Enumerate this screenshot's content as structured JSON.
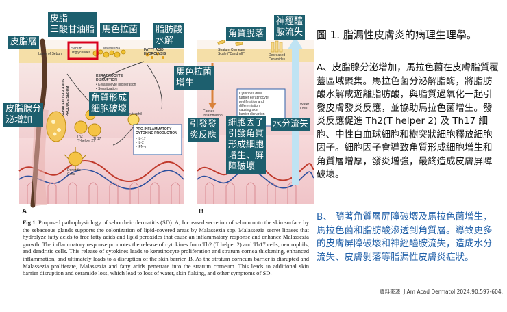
{
  "panel_a": {
    "letter": "A",
    "tags": {
      "sebum_layer": "皮脂層",
      "triglycerides": "皮脂\n三酸甘油脂",
      "malassezia": "馬色拉菌",
      "fatty_acid_hydrolysis": "脂肪酸\n水解",
      "malassezia_growth": "馬色拉菌\n增生",
      "sebum_increase": "皮脂腺分\n泌增加",
      "keratinocyte_disruption": "角質形成\n細胞破壞"
    },
    "small_labels": {
      "layer_of_sebum": "Layer of Sebum",
      "sebum_trig": "Sebum\nTriglycerides",
      "malassezia_en": "Malassezia",
      "fatty_acid_en": "FATTY ACID\nHYDROLYSIS",
      "keratinocyte_en": "KERATINOCYTE\nDISRUPTION",
      "keratinocyte_sub": "• Keratinocyte proliferation\n• Sensitization",
      "th2": "Th2\n(T-helper 2)",
      "th17": "Th17",
      "neutrophil": "Neutrophil",
      "pro_inflam": "PRO-INFLAMMATORY\nCYTOKINE PRODUCTION",
      "pro_inflam_sub": "• IL-17\n• IL-2\n• IFN-γ",
      "dendritic": "Dendritic\nCells",
      "sebaceous": "SEBACEOUS GLANDS\nPRODUCE SEBUM"
    }
  },
  "panel_b": {
    "letter": "B",
    "tags": {
      "flaking": "角質脫落",
      "ceramide_loss": "神經醯\n胺流失",
      "causes_inflammation": "引發發\n炎反應",
      "keratinocyte_damage": "細胞因子\n引發角質\n形成細胞\n增生、屏\n障破壞",
      "water_loss": "水分流失"
    },
    "small_labels": {
      "stratum": "Stratum Corneum\nScale (\"Dandruff\")",
      "decreased": "Decreased\nCeramides",
      "causes_inflam_en": "Causes\nInflammation",
      "cytokines": "Cytokines drive\nfurther keratinocyte\nproliferation and\ndifferentiation,\ncausing skin\nbarrier disruption",
      "water_en": "Water\nLoss"
    }
  },
  "caption": {
    "label": "Fig 1.",
    "text": "Proposed pathophysiology of seborrheic dermatitis (SD). A, Increased secretion of sebum onto the skin surface by the sebaceous glands supports the colonization of lipid-covered areas by Malassezia spp. Malassezia secret lipases that hydrolyze fatty acids to free fatty acids and lipid peroxides that cause an inflammatory response and enhance Malassezia growth. The inflammatory response promotes the release of cytokines from Th2 (T helper 2) and Th17 cells, neutrophils, and dendritic cells. This release of cytokines leads to keratinocyte proliferation and stratum cornea thickening, enhanced inflammation, and ultimately leads to a disruption of the skin barrier. B, As the stratum corneum barrier is disrupted and Malassezia proliferate, Malassezia and fatty acids penetrate into the stratum corneum. This leads to additional skin barrier disruption and ceramide loss, which lead to loss of water, skin flaking, and other symptoms of SD."
  },
  "right_panel": {
    "title": "圖 1. 脂漏性皮膚炎的病理生理學。",
    "para_a": "A、皮脂腺分泌增加，馬拉色菌在皮膚脂質覆蓋區域聚集。馬拉色菌分泌解脂酶，將脂肪酸水解成遊離脂肪酸，與脂質過氧化一起引發皮膚發炎反應，並協助馬拉色菌增生。發炎反應促進 Th2(T helper 2) 及 Th17 細胞、中性白血球細胞和樹突狀細胞釋放細胞因子。細胞因子會導致角質形成細胞增生和角質層增厚，發炎增強，最終造成皮膚屏障破壞。",
    "para_b": "B、 隨著角質層屏障破壞及馬拉色菌增生，馬拉色菌和脂肪酸滲透到角質層。導致更多的皮膚屏障破壞和神經醯胺流失，造成水分流失、皮膚剝落等脂漏性皮膚炎症狀。",
    "source": "資料來源: J Am Acad Dermatol 2024;90:597-604."
  },
  "colors": {
    "tag_bg": "#1d5f6e",
    "accent_blue": "#1f5fa8",
    "highlight_red": "#d9001b"
  }
}
